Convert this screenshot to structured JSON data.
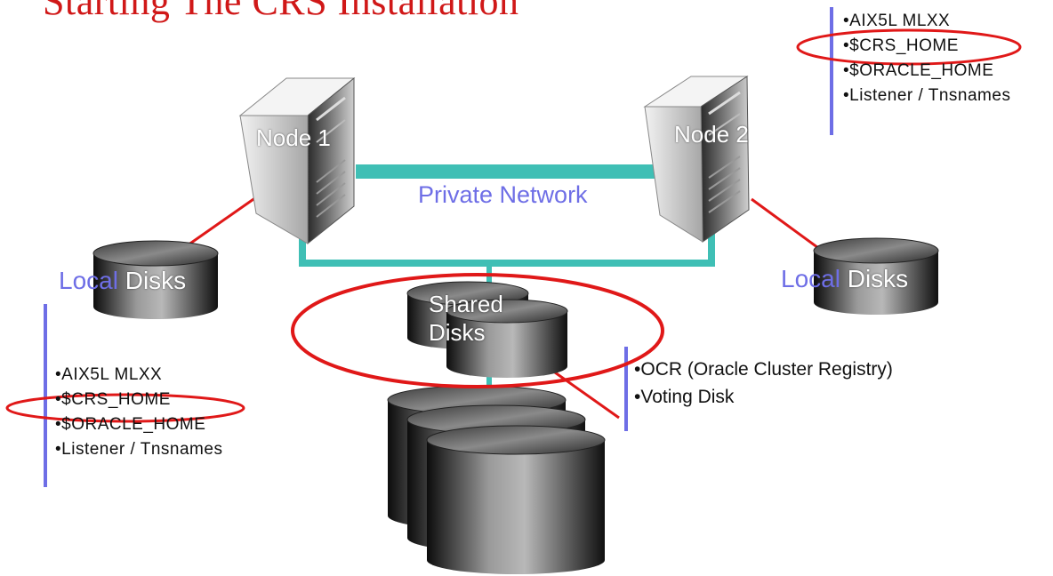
{
  "slide": {
    "title": "Starting The CRS Installation"
  },
  "nodes": [
    {
      "label": "Node 1",
      "icon": "server-tower-icon"
    },
    {
      "label": "Node 2",
      "icon": "server-tower-icon"
    }
  ],
  "network": {
    "label": "Private Network"
  },
  "local_disks": {
    "left": {
      "word1": "Local",
      "word2": "Disks"
    },
    "right": {
      "word1": "Local",
      "word2": "Disks"
    }
  },
  "shared_disks": {
    "line1": "Shared",
    "line2": "Disks"
  },
  "node1_list": [
    "AIX5L MLXX",
    "$CRS_HOME",
    "$ORACLE_HOME",
    "Listener / Tnsnames"
  ],
  "node2_list": [
    "AIX5L MLXX",
    "$CRS_HOME",
    "$ORACLE_HOME",
    "Listener / Tnsnames"
  ],
  "shared_list": [
    "OCR (Oracle Cluster Registry)",
    "Voting Disk"
  ],
  "colors": {
    "title": "#d01818",
    "network_line": "#3fbfb5",
    "connector": "#e01818",
    "highlight_ellipse": "#e01818",
    "accent_bar": "#6e6ee6",
    "label_blue": "#6e6ee6"
  }
}
